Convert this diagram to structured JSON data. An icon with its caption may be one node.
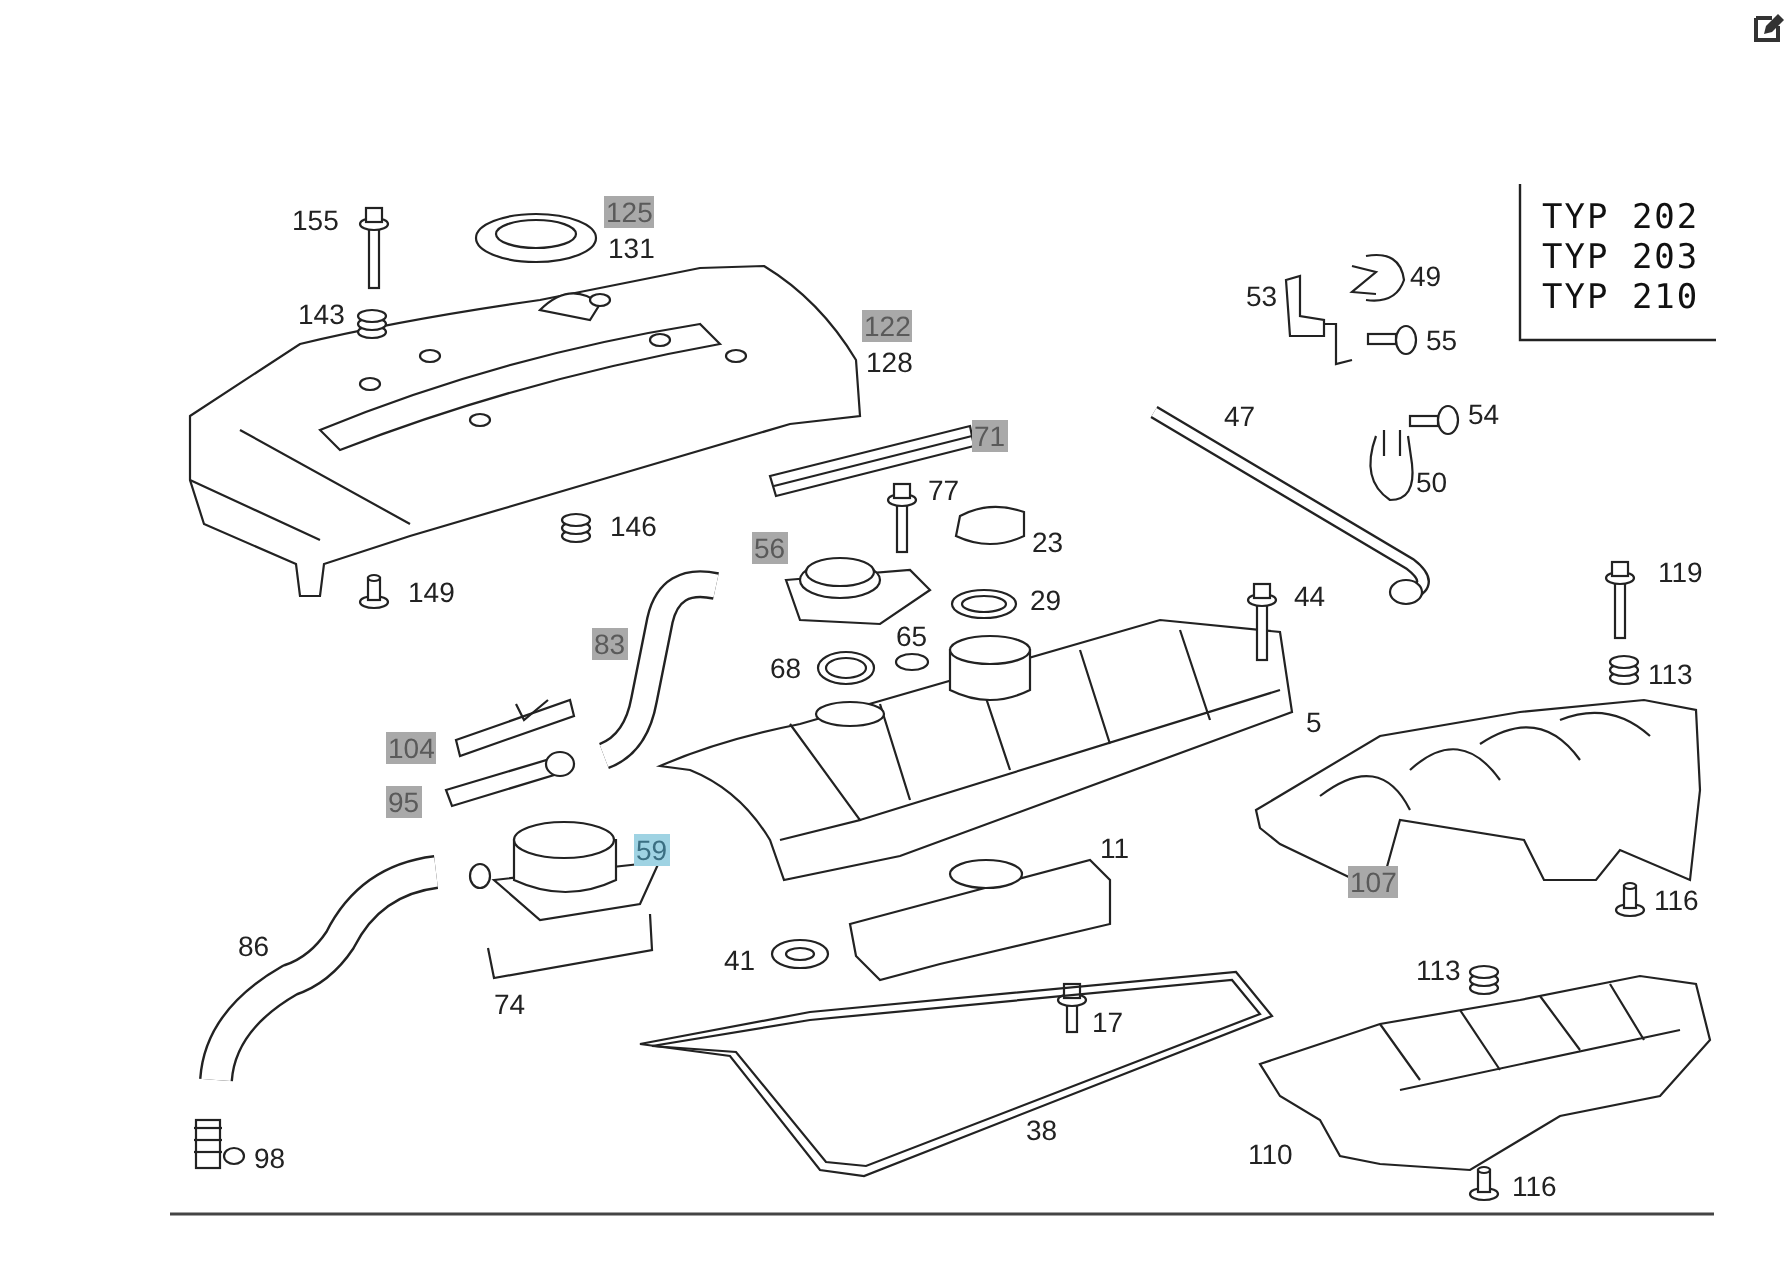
{
  "diagram": {
    "labels": [
      "TYP 202",
      "TYP 203",
      "TYP 210",
      "155",
      "125",
      "131",
      "143",
      "122",
      "128",
      "53",
      "49",
      "55",
      "47",
      "71",
      "54",
      "77",
      "50",
      "146",
      "23",
      "56",
      "149",
      "44",
      "29",
      "119",
      "83",
      "65",
      "113",
      "68",
      "5",
      "104",
      "95",
      "59",
      "11",
      "107",
      "116",
      "86",
      "113",
      "41",
      "74",
      "17",
      "38",
      "110",
      "98",
      "116"
    ]
  }
}
